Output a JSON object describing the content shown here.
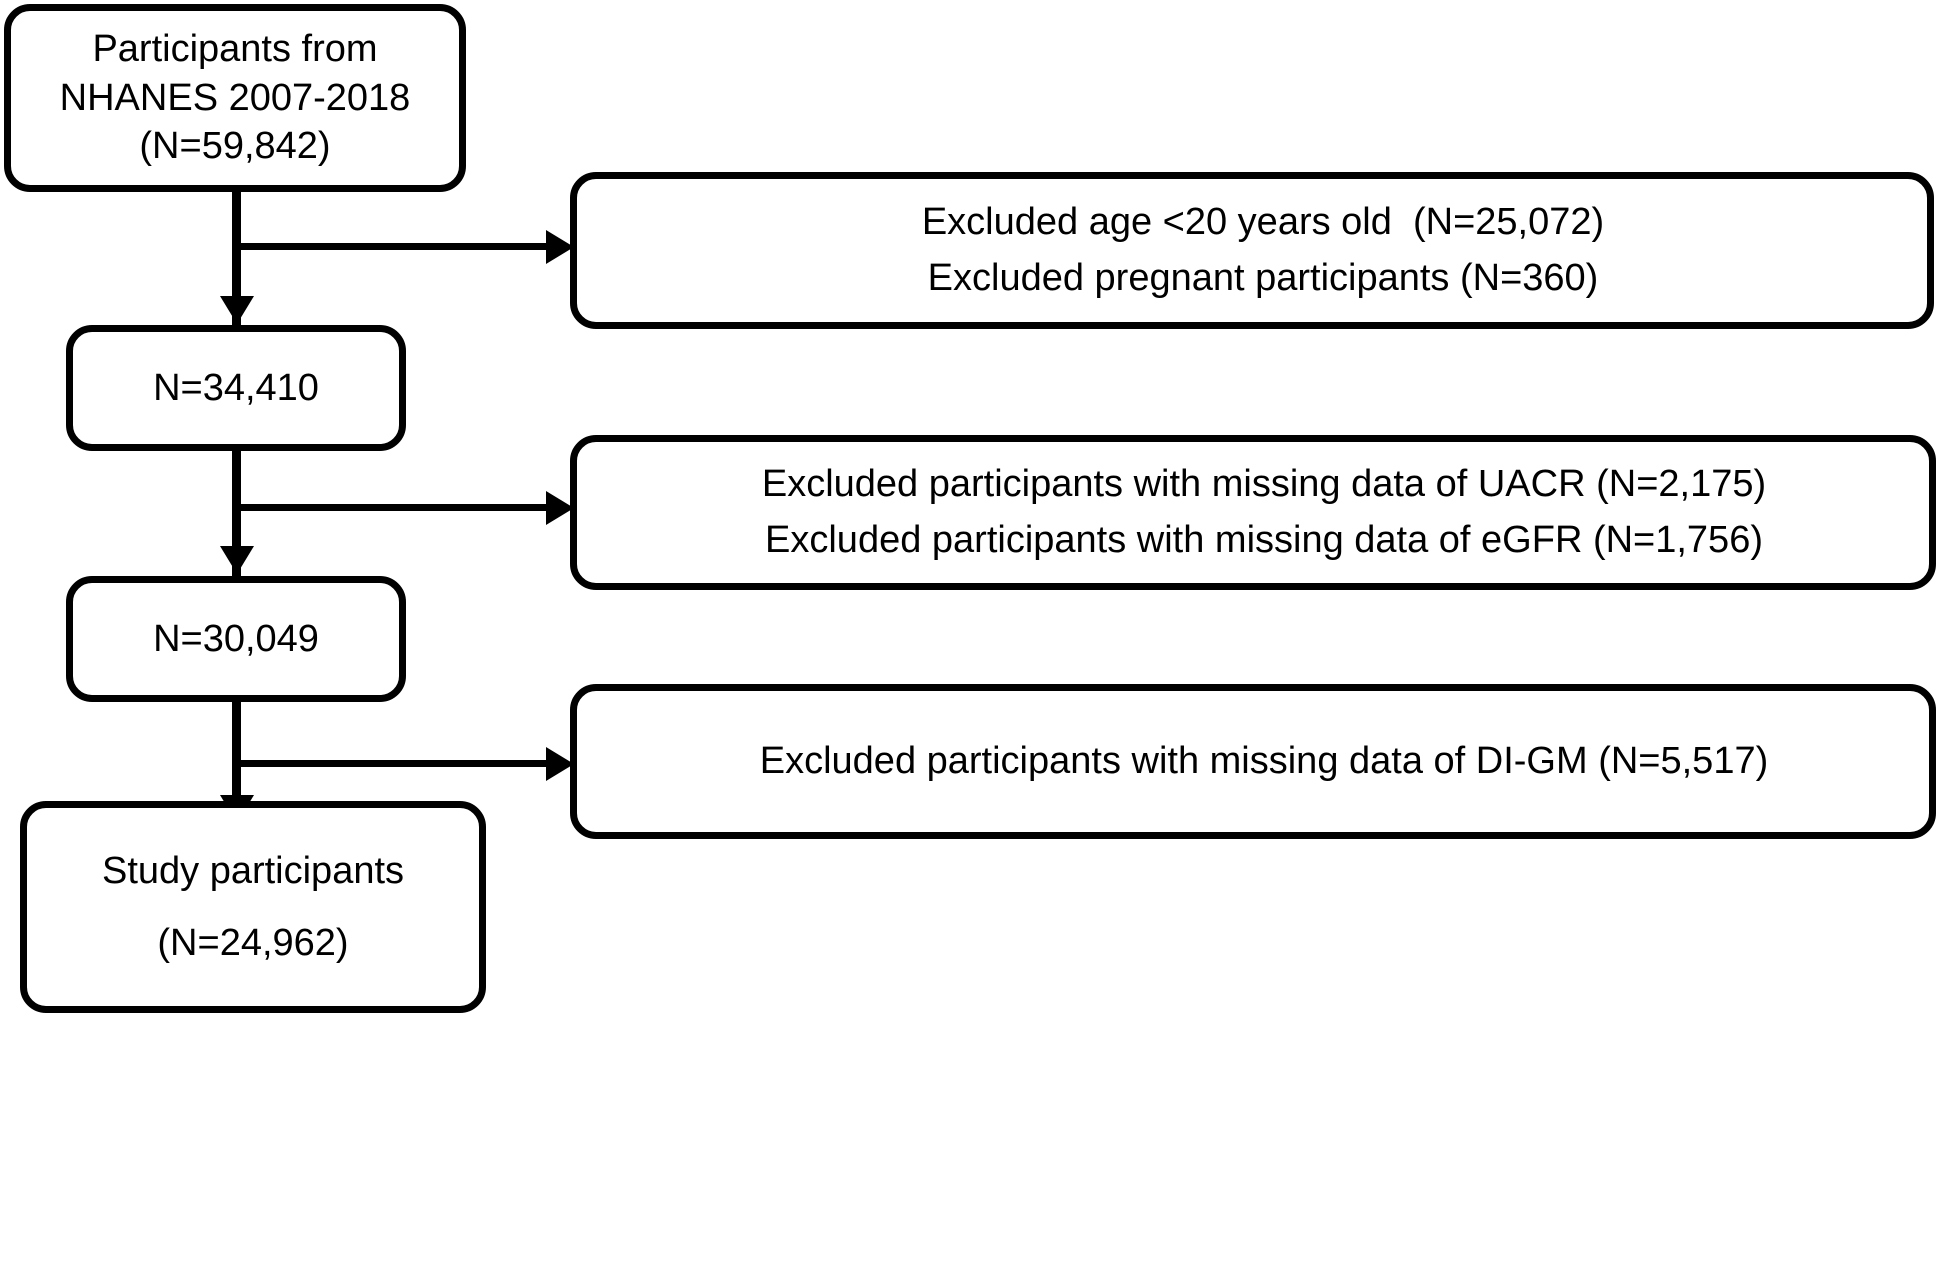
{
  "diagram": {
    "type": "study-flowchart",
    "title": "NHANES participant selection flow",
    "colors": {
      "stroke": "#000000",
      "fill": "#ffffff",
      "text": "#000000"
    },
    "nodes": {
      "source": {
        "lines": [
          "Participants from",
          "NHANES 2007-2018",
          "(N=59,842)"
        ],
        "n": "59,842"
      },
      "stage1": {
        "lines": [
          "N=34,410"
        ],
        "n": "34,410"
      },
      "stage2": {
        "lines": [
          "N=30,049"
        ],
        "n": "30,049"
      },
      "final": {
        "lines": [
          "Study participants",
          "(N=24,962)"
        ],
        "n": "24,962"
      }
    },
    "exclusions": [
      {
        "lines": [
          "Excluded age <20 years old  (N=25,072)",
          "Excluded pregnant participants (N=360)"
        ]
      },
      {
        "lines": [
          "Excluded participants with missing data of UACR (N=2,175)",
          "Excluded participants with missing data of eGFR (N=1,756)"
        ]
      },
      {
        "lines": [
          "Excluded participants with missing data of DI-GM (N=5,517)"
        ]
      }
    ]
  }
}
